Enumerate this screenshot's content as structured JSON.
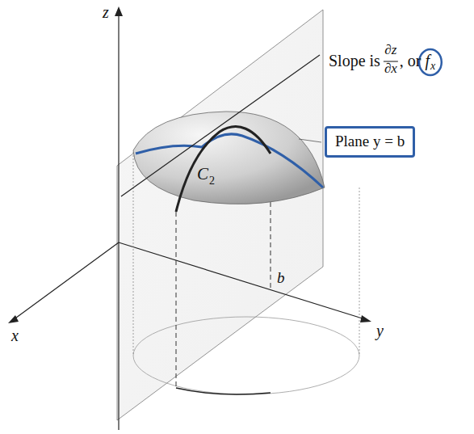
{
  "diagram": {
    "nodes": [
      {
        "text": [
          "Plane y = b"
        ]
      }
    ],
    "labels": [
      "z",
      "y",
      "x",
      "b",
      "C",
      "2",
      "Slope is",
      "∂z",
      "∂x",
      ", or",
      "f",
      "x"
    ]
  }
}
